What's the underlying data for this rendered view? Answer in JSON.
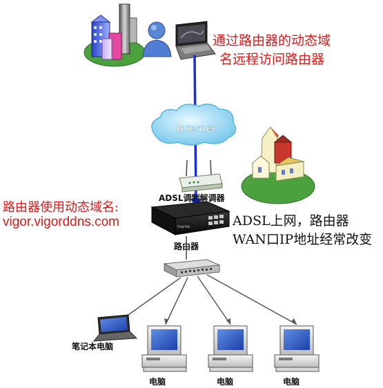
{
  "labels": {
    "remote_access_line1": "通过路由器的动态域",
    "remote_access_line2": "名远程访问路由器",
    "internet": "Internet",
    "adsl_modem": "ADSL调制解调器",
    "router_domain_title": "路由器使用动态域名:",
    "router_domain_value": "vigor.vigorddns.com",
    "adsl_note_line1": "ADSL上网，路由器",
    "adsl_note_line2": "WAN口IP地址经常改变",
    "router": "路由器",
    "laptop": "笔记本电脑",
    "pc1": "电脑",
    "pc2": "电脑",
    "pc3": "电脑",
    "router_brand": "DrayTek"
  },
  "colors": {
    "red_text": "#e01818",
    "blue_link": "#1a2fd8",
    "cloud": "#8fd2ee",
    "grass": "#3f9a3a"
  },
  "icons": [
    "city-buildings-icon",
    "user-icon",
    "laptop-icon",
    "cloud-icon",
    "modem-icon",
    "router-icon",
    "switch-icon",
    "church-icon",
    "computer-icon"
  ]
}
